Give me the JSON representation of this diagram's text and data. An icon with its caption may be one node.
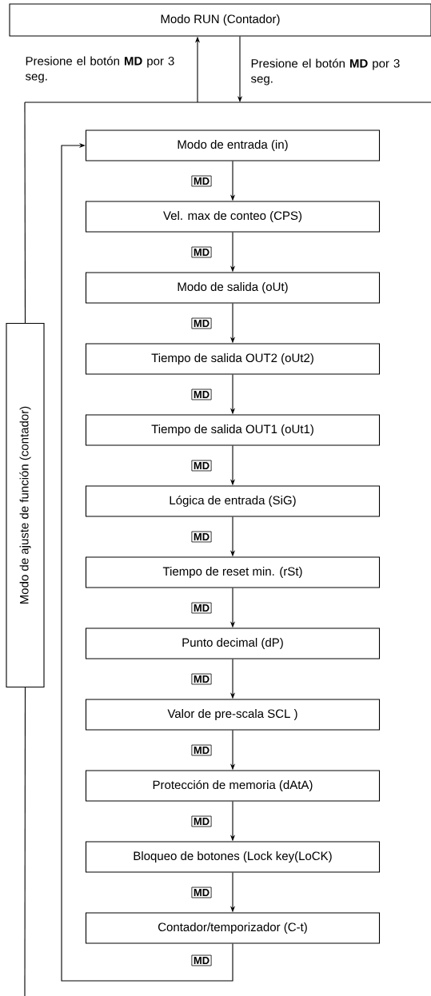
{
  "diagram": {
    "nodes": [
      {
        "text": [
          "Modo RUN (Contador)"
        ]
      },
      {
        "text": [
          "Modo de ajuste de función (contador)"
        ]
      },
      {
        "text": [
          "Modo de entrada (in)"
        ]
      },
      {
        "text": [
          "Vel. max de conteo (CPS)"
        ]
      },
      {
        "text": [
          "Modo de salida (oUt)"
        ]
      },
      {
        "text": [
          "Tiempo de salida OUT2 (oUt2)"
        ]
      },
      {
        "text": [
          "Tiempo de salida OUT1 (oUt1)"
        ]
      },
      {
        "text": [
          "Lógica de entrada (SiG)"
        ]
      },
      {
        "text": [
          "Tiempo de reset min. (rSt)"
        ]
      },
      {
        "text": [
          "Punto decimal (dP)"
        ]
      },
      {
        "text": [
          "Valor de pre-scala SCL )"
        ]
      },
      {
        "text": [
          "Protección de memoria (dAtA)"
        ]
      },
      {
        "text": [
          "Bloqueo de botones (Lock key(LoCK)"
        ]
      },
      {
        "text": [
          "Contador/temporizador (C-t)"
        ]
      }
    ],
    "edges": [
      {
        "from": null,
        "to": 0,
        "arrow": "to",
        "label": "Presione el botón **MD** por 3 seg."
      },
      {
        "from": 0,
        "to": null,
        "arrow": "to",
        "label": "Presione el botón **MD** por 3 seg."
      },
      {
        "from": 2,
        "to": 3,
        "arrow": "to",
        "label": "MD"
      },
      {
        "from": 3,
        "to": 4,
        "arrow": "to",
        "label": "MD"
      },
      {
        "from": 4,
        "to": 5,
        "arrow": "to",
        "label": "MD"
      },
      {
        "from": 5,
        "to": 6,
        "arrow": "to",
        "label": "MD"
      },
      {
        "from": 6,
        "to": 7,
        "arrow": "to",
        "label": "MD"
      },
      {
        "from": 7,
        "to": 8,
        "arrow": "to",
        "label": "MD"
      },
      {
        "from": 8,
        "to": 9,
        "arrow": "to",
        "label": "MD"
      },
      {
        "from": 9,
        "to": 10,
        "arrow": "to",
        "label": "MD"
      },
      {
        "from": 10,
        "to": 11,
        "arrow": "to",
        "label": "MD"
      },
      {
        "from": 11,
        "to": 12,
        "arrow": "to",
        "label": "MD"
      },
      {
        "from": 12,
        "to": 13,
        "arrow": "to",
        "label": "MD"
      },
      {
        "from": 13,
        "to": 2,
        "arrow": "to",
        "label": "MD"
      }
    ]
  }
}
